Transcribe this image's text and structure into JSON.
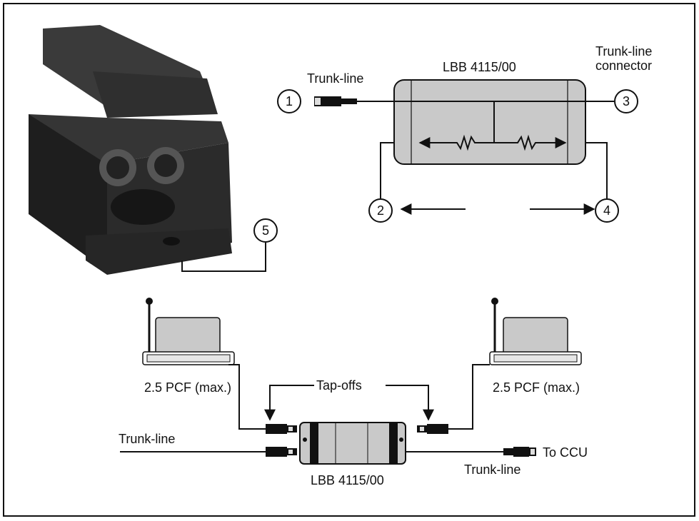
{
  "top_diagram": {
    "device_label": "LBB 4115/00",
    "trunk_line_label": "Trunk-line",
    "trunk_line_connector_label": "Trunk-line connector",
    "callouts": [
      "1",
      "2",
      "3",
      "4",
      "5"
    ]
  },
  "bottom_diagram": {
    "left_pcf_label": "2.5 PCF (max.)",
    "right_pcf_label": "2.5 PCF (max.)",
    "tap_offs_label": "Tap-offs",
    "trunk_line_left_label": "Trunk-line",
    "trunk_line_right_label": "Trunk-line",
    "to_ccu_label": "To CCU",
    "device_label": "LBB 4115/00"
  },
  "colors": {
    "device_fill": "#c9c9c9",
    "photo_body": "#2b2b2b",
    "line": "#111111"
  }
}
